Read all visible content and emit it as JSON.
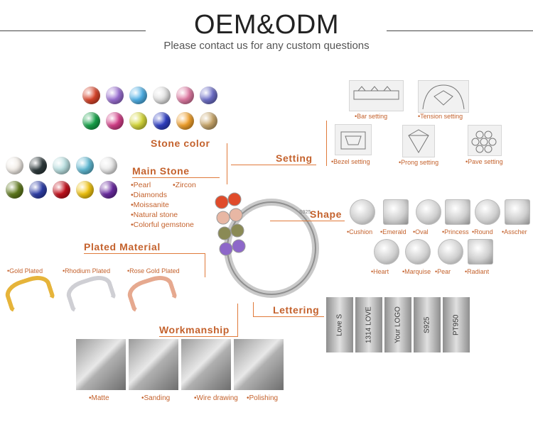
{
  "header": {
    "title": "OEM&ODM",
    "subtitle": "Please contact us for any custom questions"
  },
  "labels": {
    "stone_color": "Stone color",
    "main_stone": "Main Stone",
    "setting": "Setting",
    "shape": "Shape",
    "plated_material": "Plated Material",
    "lettering": "Lettering",
    "workmanship": "Workmanship"
  },
  "stone_colors": {
    "row1": [
      "#d9452b",
      "#9b6fd3",
      "#4fb1e8",
      "#e2e2e2",
      "#e07aa3",
      "#6e6fc9"
    ],
    "row2": [
      "#17a34a",
      "#d53f89",
      "#d6d83a",
      "#2f3fc4",
      "#f2a12c",
      "#c9a76b"
    ]
  },
  "main_stone_swatches": {
    "row1": [
      "#f3eee8",
      "#2e3a3c",
      "#b8dfe0",
      "#5fb9d3",
      "#e9e9e9"
    ],
    "row2": [
      "#5f7a1c",
      "#2e3ea8",
      "#c3101c",
      "#f1c40f",
      "#6a2aa0"
    ]
  },
  "main_stone": {
    "zircon": "•Zircon",
    "items": [
      "•Pearl",
      "•Diamonds",
      "•Moissanite",
      "•Natural stone",
      "•Colorful gemstone"
    ]
  },
  "settings": [
    {
      "name": "•Bar setting",
      "icon": "bar-setting-icon"
    },
    {
      "name": "•Tension setting",
      "icon": "tension-setting-icon"
    },
    {
      "name": "•Bezel setting",
      "icon": "bezel-setting-icon"
    },
    {
      "name": "•Prong setting",
      "icon": "prong-setting-icon"
    },
    {
      "name": "•Pave setting",
      "icon": "pave-setting-icon"
    }
  ],
  "shapes": [
    "•Cushion",
    "•Emerald",
    "•Oval",
    "•Princess",
    "•Round",
    "•Asscher",
    "•Heart",
    "•Marquise",
    "•Pear",
    "•Radiant"
  ],
  "plated": [
    "•Gold Plated",
    "•Rhodium Plated",
    "•Rose Gold Plated"
  ],
  "plated_colors": [
    "#e6b43a",
    "#cfcfd4",
    "#e6a98f"
  ],
  "lettering_samples": [
    "Love S",
    "1314 LOVE",
    "Your LOGO",
    "S925",
    "PT950"
  ],
  "workmanship": [
    "•Matte",
    "•Sanding",
    "•Wire drawing",
    "•Polishing"
  ],
  "ring_stones": [
    "#e04b2a",
    "#e8b7a4",
    "#8a8a55",
    "#8d67c9",
    "#e04b2a",
    "#e8b7a4",
    "#8a8a55",
    "#8d67c9"
  ],
  "ring_marking": "S925",
  "accent_color": "#c4622d"
}
